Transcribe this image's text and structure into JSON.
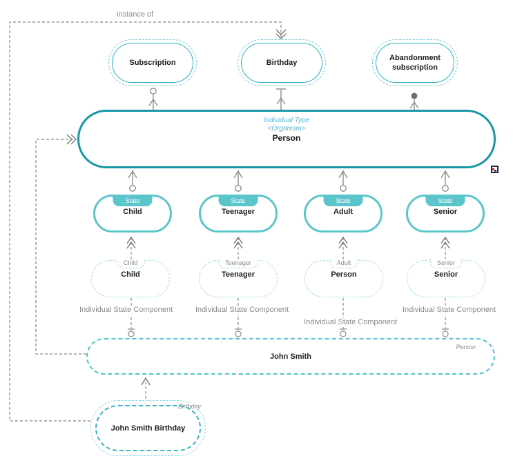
{
  "links": {
    "instance_of_label": "instance of",
    "state_component_label": "Individual State Component"
  },
  "top_nodes": [
    {
      "name": "Subscription"
    },
    {
      "name": "Birthday"
    },
    {
      "name": "Abandonment subscription"
    }
  ],
  "person": {
    "type_label": "Individual Type",
    "stereotype": "<Organism>",
    "name": "Person"
  },
  "states": [
    {
      "tag": "State",
      "name": "Child"
    },
    {
      "tag": "State",
      "name": "Teenager"
    },
    {
      "tag": "State",
      "name": "Adult"
    },
    {
      "tag": "State",
      "name": "Senior"
    }
  ],
  "instances": [
    {
      "tag": "Child",
      "name": "Child",
      "link_label": "Individual State Component"
    },
    {
      "tag": "Teenager",
      "name": "Teenager",
      "link_label": "Individual State Component"
    },
    {
      "tag": "Adult",
      "name": "Person",
      "link_label": "Individual State Component"
    },
    {
      "tag": "Senior",
      "name": "Senior",
      "link_label": "Individual State Component"
    }
  ],
  "john_smith": {
    "tag": "Person",
    "name": "John Smith"
  },
  "john_smith_birthday": {
    "tag": "Birthday",
    "name": "John Smith Birthday"
  },
  "colors": {
    "person_border": "#1697a6",
    "state_teal": "#5ac5cb",
    "instance_dash": "#a5dde2",
    "john_smith_dash": "#4fc2ce",
    "jsb_inner_dash": "#35b5c3",
    "jsb_outer_dash": "#8ed8de",
    "top_node_inner": "#2fb0bf",
    "connector_gray": "#9a9a9a",
    "label_gray": "#8a8a8a",
    "stereotype_text": "#58b7d4"
  }
}
